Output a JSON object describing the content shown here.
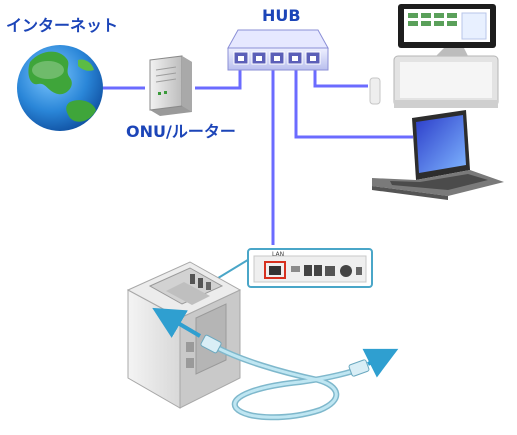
{
  "labels": {
    "internet": "インターネット",
    "hub": "HUB",
    "onu_router": "ONU/ルーター",
    "lan_port": "LAN"
  },
  "colors": {
    "label": "#1c45b8",
    "network_line": "#6b6bff",
    "lan_cable": "#9fd3e6",
    "highlight_port": "#d6301e",
    "callout_border": "#4aa6c8",
    "hub_body": "#d9dcf7"
  },
  "icons": {
    "internet": "globe-icon",
    "router": "router-icon",
    "hub": "hub-icon",
    "pos_terminal": "pos-terminal-icon",
    "laptop": "laptop-icon",
    "printer": "printer-icon",
    "cable": "lan-cable-icon",
    "arrow": "arrow-icon"
  }
}
